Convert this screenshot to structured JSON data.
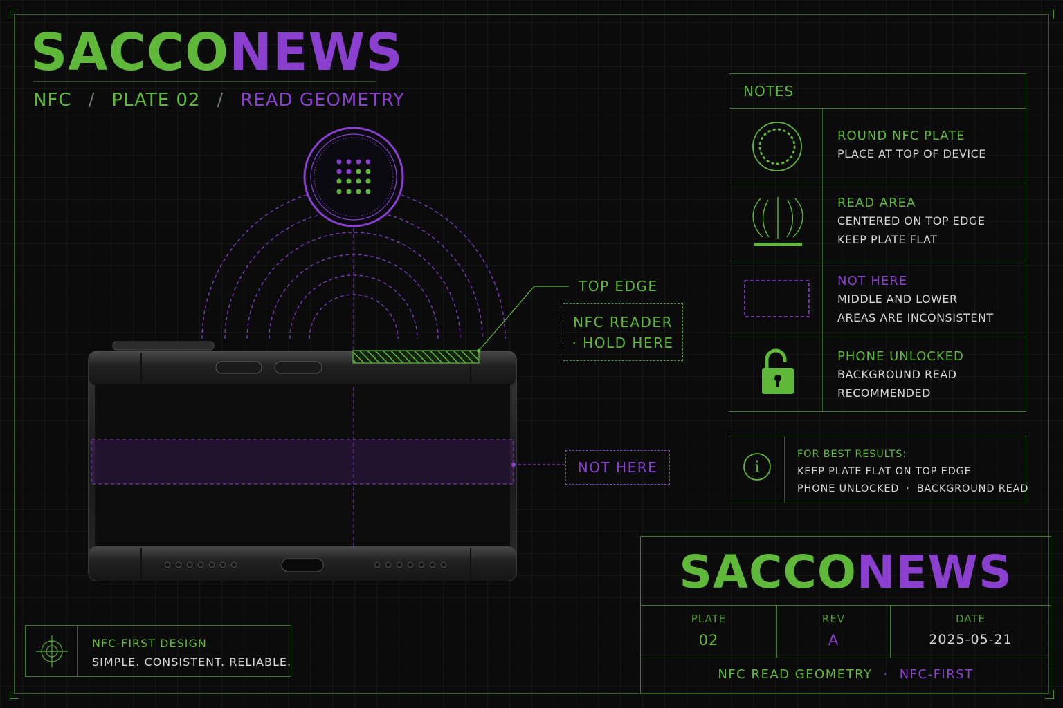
{
  "brand": {
    "part1": "SACCO",
    "part2": "NEWS"
  },
  "breadcrumb": {
    "item1": "NFC",
    "item2": "PLATE 02",
    "item3": "READ GEOMETRY",
    "sep": "/"
  },
  "callouts": {
    "top_edge": "TOP EDGE",
    "reader_line1": "NFC READER",
    "reader_line2": "· HOLD HERE",
    "not_here": "NOT HERE"
  },
  "notes": {
    "heading": "NOTES",
    "items": [
      {
        "title": "ROUND NFC PLATE",
        "lines": [
          "PLACE AT TOP OF DEVICE"
        ],
        "icon": "nfc-plate-icon"
      },
      {
        "title": "READ AREA",
        "lines": [
          "CENTERED ON TOP EDGE",
          "KEEP PLATE FLAT"
        ],
        "icon": "read-field-icon"
      },
      {
        "title": "NOT HERE",
        "lines": [
          "MIDDLE AND LOWER",
          "AREAS ARE INCONSISTENT"
        ],
        "icon": "dashed-rect-icon"
      },
      {
        "title": "PHONE UNLOCKED",
        "lines": [
          "BACKGROUND READ",
          "RECOMMENDED"
        ],
        "icon": "unlocked-padlock-icon"
      }
    ]
  },
  "tips": {
    "heading": "FOR BEST RESULTS:",
    "line1": "KEEP PLATE FLAT ON TOP EDGE",
    "line2a": "PHONE UNLOCKED",
    "line2b": "BACKGROUND READ",
    "line2_sep": "·",
    "icon": "info-icon"
  },
  "title_block": {
    "plate_label": "PLATE",
    "plate_value": "02",
    "rev_label": "REV",
    "rev_value": "A",
    "date_label": "DATE",
    "date_value": "2025-05-21",
    "footer_left": "NFC READ GEOMETRY",
    "footer_sep": "·",
    "footer_right": "NFC-FIRST"
  },
  "tagline": {
    "line1": "NFC-FIRST DESIGN",
    "line2": "SIMPLE. CONSISTENT. RELIABLE.",
    "icon": "crosshair-icon"
  },
  "colors": {
    "green": "#5fb83a",
    "purple": "#8a3fcf",
    "background": "#0a0b0a",
    "border": "#3f7a2c"
  }
}
